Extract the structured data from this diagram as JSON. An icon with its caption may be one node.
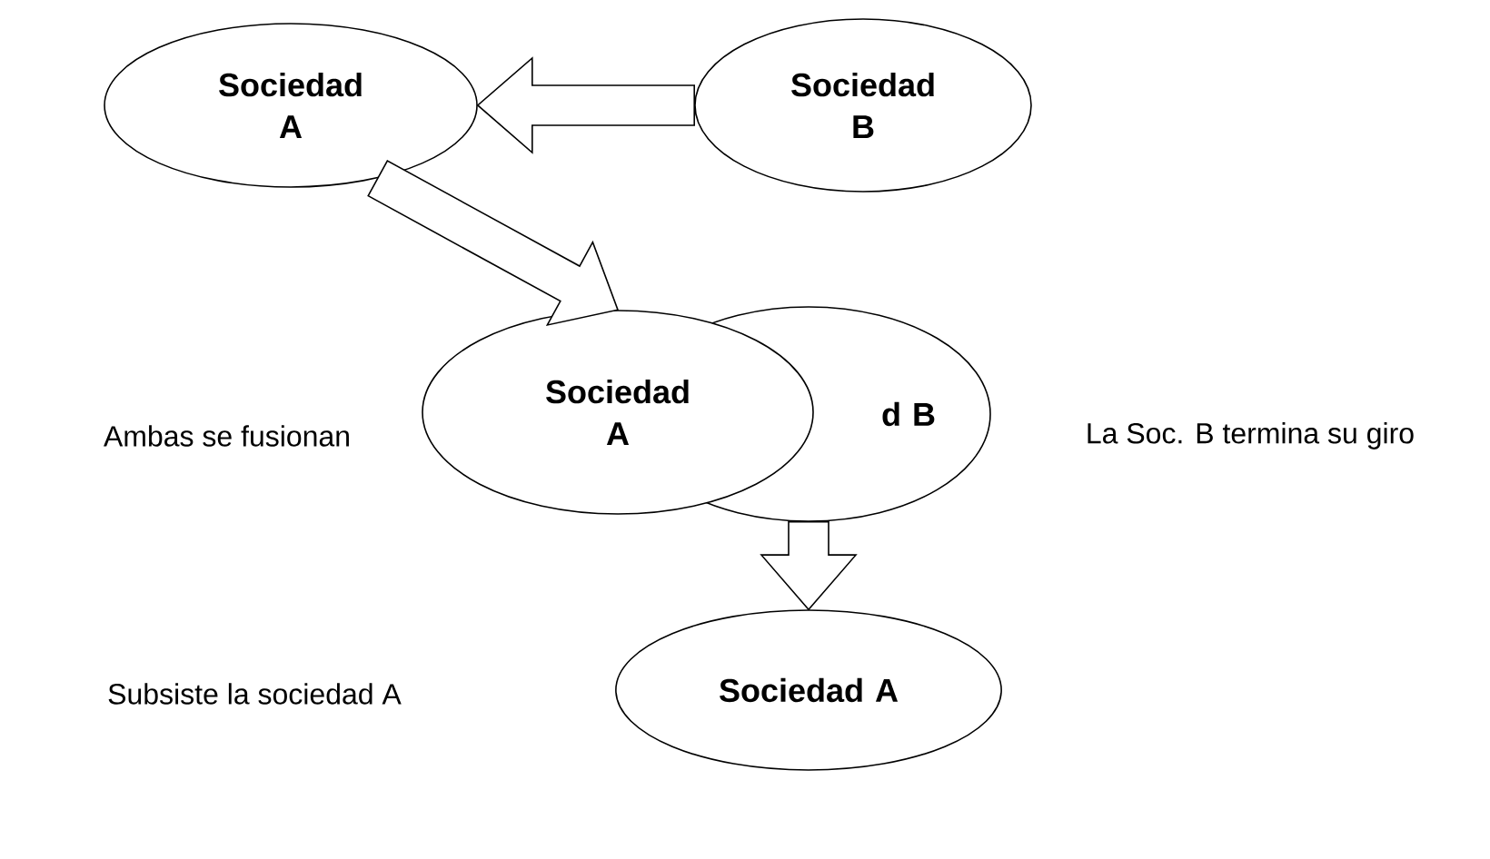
{
  "diagram": {
    "nodes": [
      {
        "text": [
          "Sociedad A"
        ]
      },
      {
        "text": [
          "Sociedad B"
        ]
      },
      {
        "text": [
          "d B"
        ]
      },
      {
        "text": [
          "Sociedad A"
        ]
      },
      {
        "text": [
          "Sociedad A"
        ]
      }
    ],
    "edges": [
      {
        "from": 1,
        "to": 0,
        "arrow": "to"
      },
      {
        "from": 0,
        "to": 3,
        "arrow": "to"
      },
      {
        "from": 2,
        "to": 4,
        "arrow": "to"
      }
    ],
    "labels": [
      "Ambas se fusionan",
      "La Soc. B termina su giro",
      "Subsiste la sociedad A"
    ]
  }
}
